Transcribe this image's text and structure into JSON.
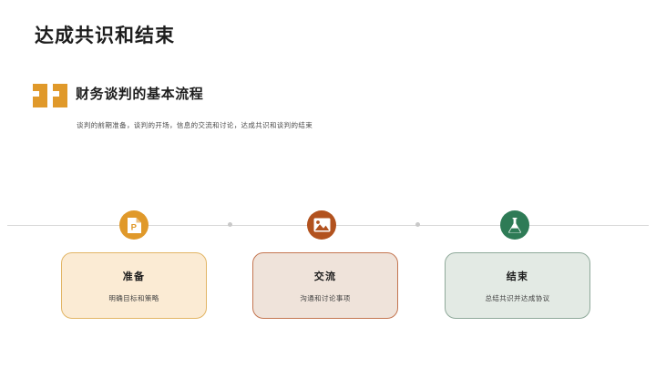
{
  "slide": {
    "title": "达成共识和结束",
    "quote": {
      "heading": "财务谈判的基本流程",
      "subtitle": "谈判的前期准备，谈判的开场，信息的交流和讨论，达成共识和谈判的结束",
      "quote_mark_glyph": "“"
    },
    "timeline": {
      "nodes": [
        {
          "icon": "document-p-icon",
          "color": "#E0992A"
        },
        {
          "icon": "image-picture-icon",
          "color": "#B2521E"
        },
        {
          "icon": "flask-icon",
          "color": "#2E7B56"
        }
      ],
      "connector_dots": 2
    },
    "cards": [
      {
        "title": "准备",
        "desc": "明确目标和策略",
        "fill": "#FBEBD4",
        "border": "#E2B565"
      },
      {
        "title": "交流",
        "desc": "沟通和讨论事项",
        "fill": "#EFE3DA",
        "border": "#C47651"
      },
      {
        "title": "结束",
        "desc": "总结共识并达成协议",
        "fill": "#E3EAE4",
        "border": "#8FA99A"
      }
    ]
  }
}
